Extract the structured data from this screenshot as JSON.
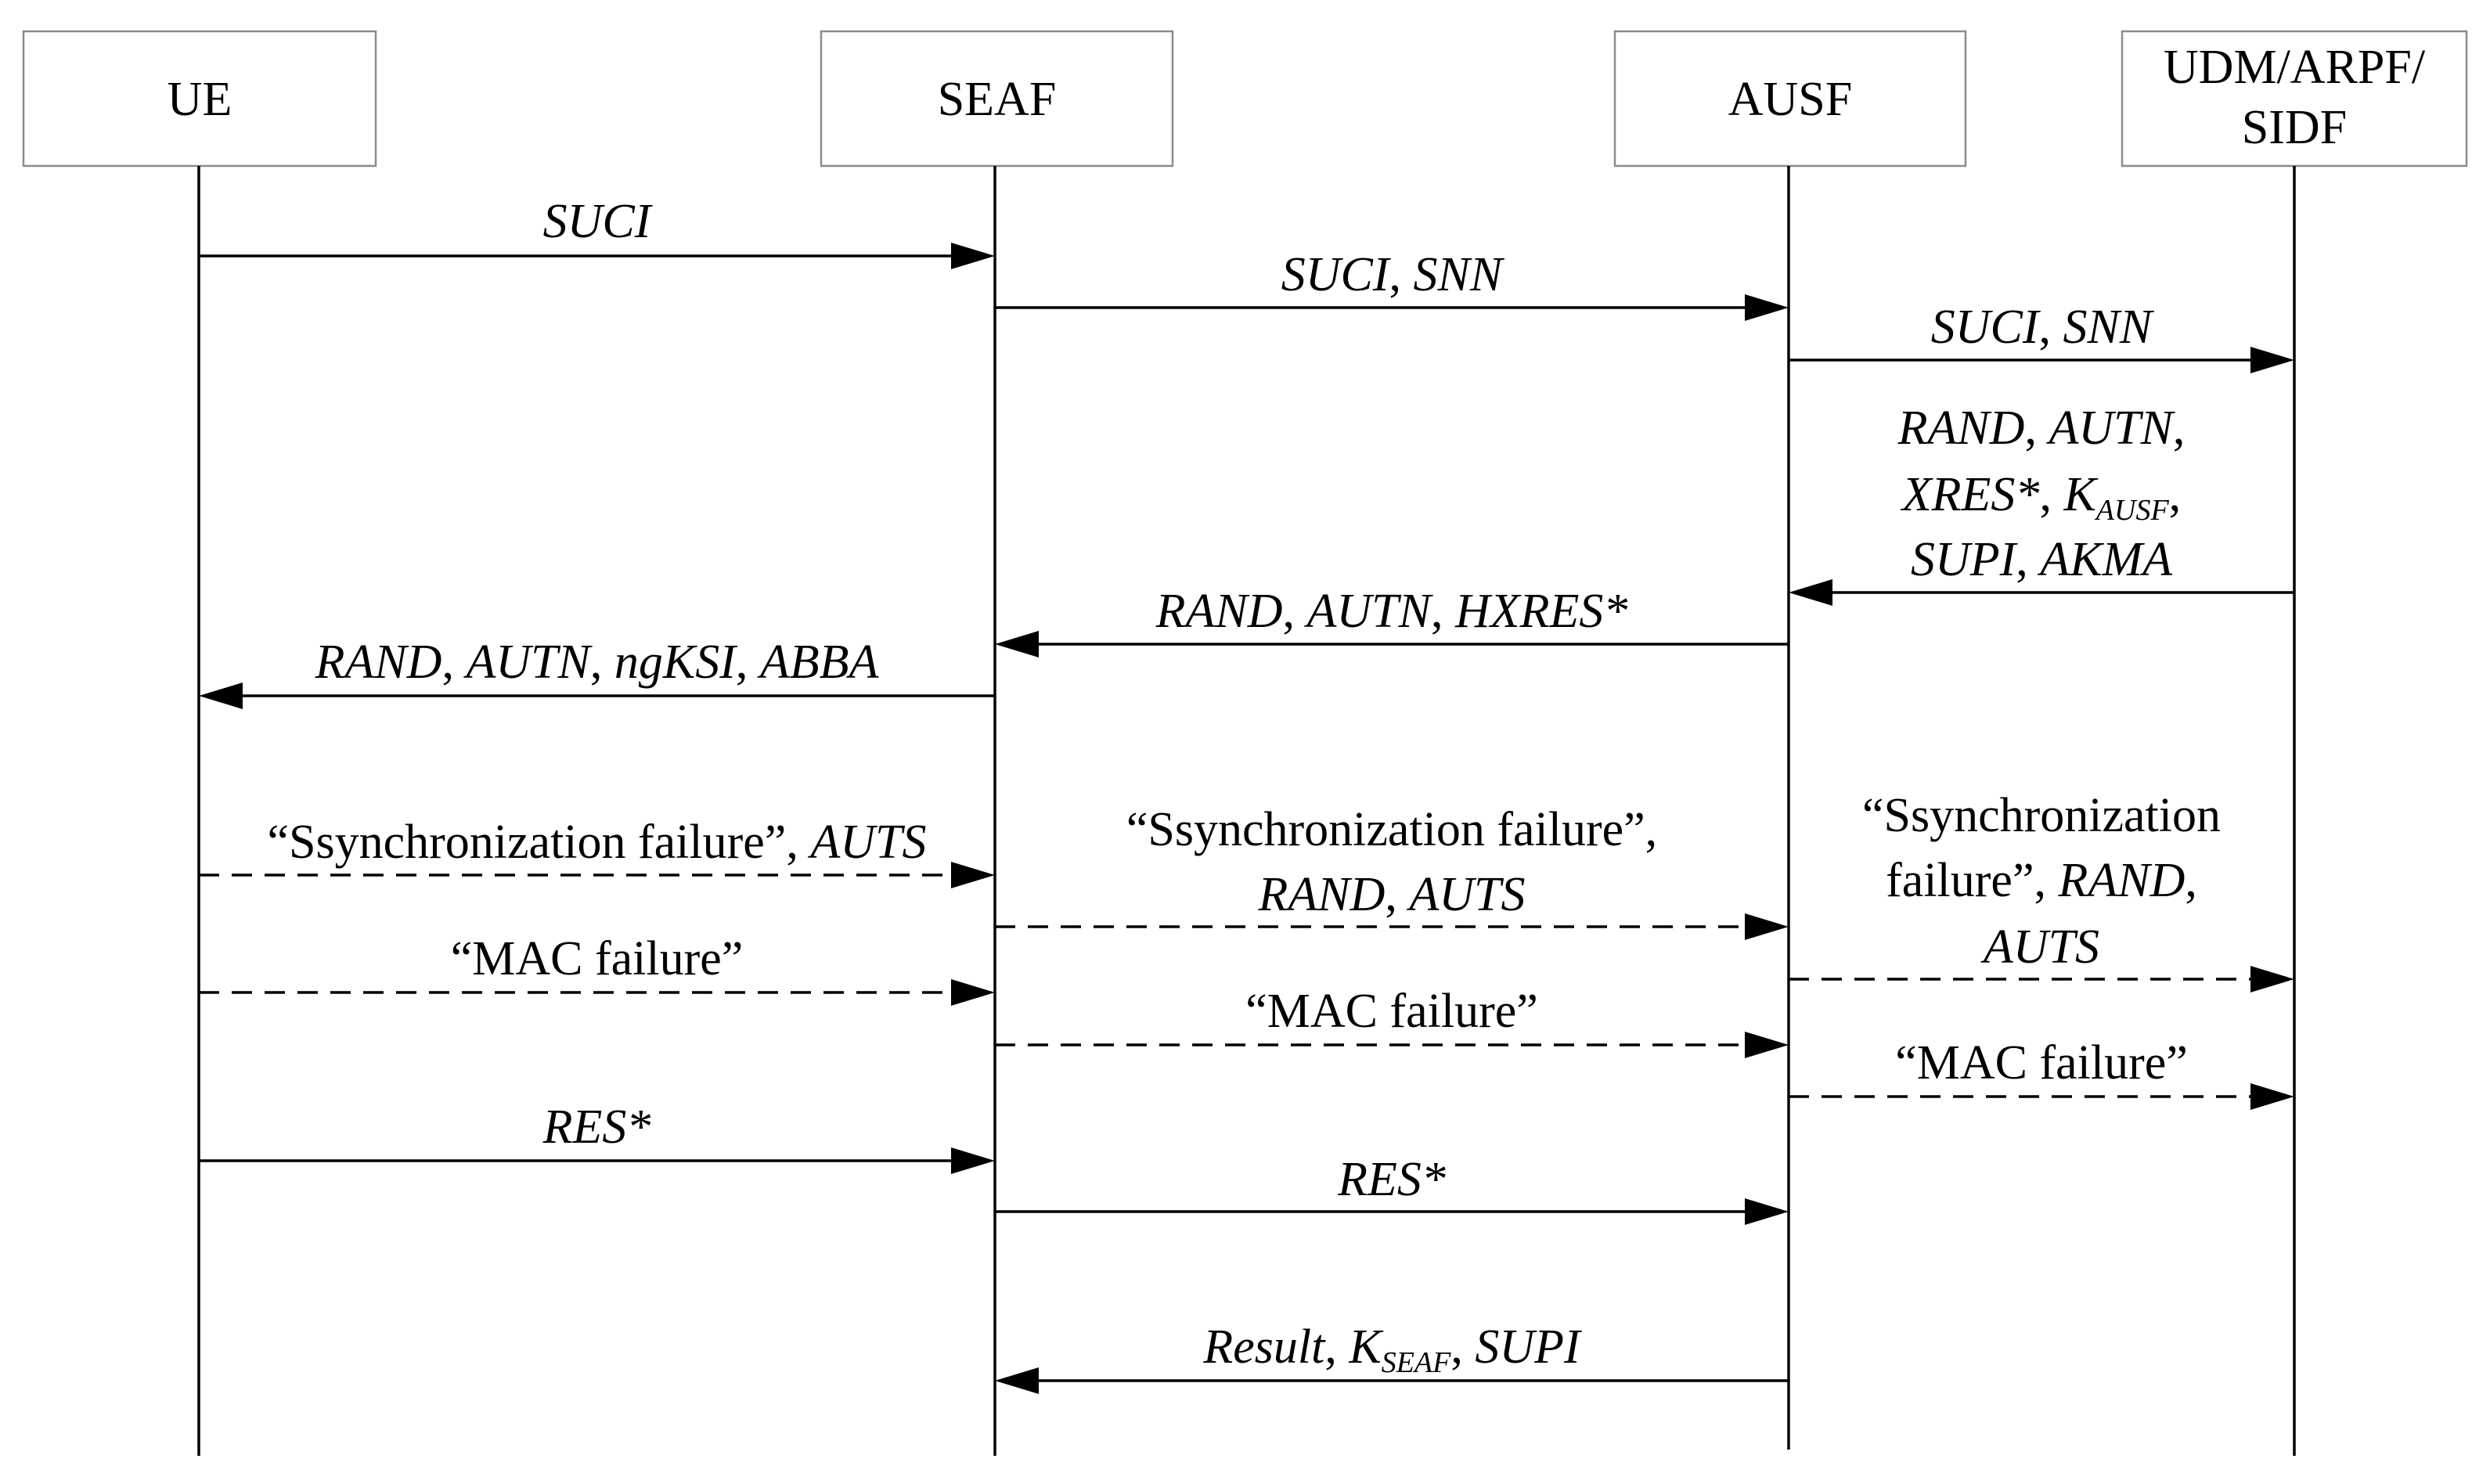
{
  "actors": [
    {
      "id": "ue",
      "lines": [
        "UE"
      ]
    },
    {
      "id": "seaf",
      "lines": [
        "SEAF"
      ]
    },
    {
      "id": "ausf",
      "lines": [
        "AUSF"
      ]
    },
    {
      "id": "udm",
      "lines": [
        "UDM/ARPF/",
        "SIDF"
      ]
    }
  ],
  "messages": [
    {
      "name": "msg-suci",
      "from": "ue",
      "to": "seaf",
      "style": "solid",
      "lines": [
        [
          {
            "t": "SUCI",
            "i": true
          }
        ]
      ]
    },
    {
      "name": "msg-suci-snn-ausf",
      "from": "seaf",
      "to": "ausf",
      "style": "solid",
      "lines": [
        [
          {
            "t": "SUCI",
            "i": true
          },
          {
            "t": ", "
          },
          {
            "t": "SNN",
            "i": true
          }
        ]
      ]
    },
    {
      "name": "msg-suci-snn-udm",
      "from": "ausf",
      "to": "udm",
      "style": "solid",
      "lines": [
        [
          {
            "t": "SUCI",
            "i": true
          },
          {
            "t": ", "
          },
          {
            "t": "SNN",
            "i": true
          }
        ]
      ]
    },
    {
      "name": "msg-auth-vector",
      "from": "udm",
      "to": "ausf",
      "style": "solid",
      "lines": [
        [
          {
            "t": "RAND",
            "i": true
          },
          {
            "t": ", "
          },
          {
            "t": "AUTN",
            "i": true
          },
          {
            "t": ","
          }
        ],
        [
          {
            "t": "XRES*",
            "i": true
          },
          {
            "t": ",  "
          },
          {
            "t": "K",
            "i": true
          },
          {
            "t": "AUSF",
            "sub": true
          },
          {
            "t": ","
          }
        ],
        [
          {
            "t": "SUPI",
            "i": true
          },
          {
            "t": ", "
          },
          {
            "t": "AKMA",
            "i": true
          }
        ]
      ]
    },
    {
      "name": "msg-hxres",
      "from": "ausf",
      "to": "seaf",
      "style": "solid",
      "lines": [
        [
          {
            "t": "RAND",
            "i": true
          },
          {
            "t": ", "
          },
          {
            "t": "AUTN",
            "i": true
          },
          {
            "t": ", "
          },
          {
            "t": "HXRES*",
            "i": true
          }
        ]
      ]
    },
    {
      "name": "msg-auth-request",
      "from": "seaf",
      "to": "ue",
      "style": "solid",
      "lines": [
        [
          {
            "t": "RAND",
            "i": true
          },
          {
            "t": ", "
          },
          {
            "t": "AUTN",
            "i": true
          },
          {
            "t": ", "
          },
          {
            "t": "ngKSI",
            "i": true
          },
          {
            "t": ", "
          },
          {
            "t": "ABBA",
            "i": true
          }
        ]
      ]
    },
    {
      "name": "msg-sync-failure-ue",
      "from": "ue",
      "to": "seaf",
      "style": "dashed",
      "lines": [
        [
          {
            "t": "“Ssynchronization failure”, "
          },
          {
            "t": "AUTS",
            "i": true
          }
        ]
      ]
    },
    {
      "name": "msg-sync-failure-seaf",
      "from": "seaf",
      "to": "ausf",
      "style": "dashed",
      "lines": [
        [
          {
            "t": "“Ssynchronization failure”,"
          }
        ],
        [
          {
            "t": "RAND",
            "i": true
          },
          {
            "t": ", "
          },
          {
            "t": "AUTS",
            "i": true
          }
        ]
      ]
    },
    {
      "name": "msg-sync-failure-ausf",
      "from": "ausf",
      "to": "udm",
      "style": "dashed",
      "lines": [
        [
          {
            "t": "“Ssynchronization"
          }
        ],
        [
          {
            "t": "failure”, "
          },
          {
            "t": "RAND",
            "i": true
          },
          {
            "t": ","
          }
        ],
        [
          {
            "t": "AUTS",
            "i": true
          }
        ]
      ]
    },
    {
      "name": "msg-mac-failure-ue",
      "from": "ue",
      "to": "seaf",
      "style": "dashed",
      "lines": [
        [
          {
            "t": "“MAC failure”"
          }
        ]
      ]
    },
    {
      "name": "msg-mac-failure-seaf",
      "from": "seaf",
      "to": "ausf",
      "style": "dashed",
      "lines": [
        [
          {
            "t": "“MAC failure”"
          }
        ]
      ]
    },
    {
      "name": "msg-mac-failure-ausf",
      "from": "ausf",
      "to": "udm",
      "style": "dashed",
      "lines": [
        [
          {
            "t": "“MAC failure”"
          }
        ]
      ]
    },
    {
      "name": "msg-res-ue",
      "from": "ue",
      "to": "seaf",
      "style": "solid",
      "lines": [
        [
          {
            "t": "RES*",
            "i": true
          }
        ]
      ]
    },
    {
      "name": "msg-res-seaf",
      "from": "seaf",
      "to": "ausf",
      "style": "solid",
      "lines": [
        [
          {
            "t": "RES*",
            "i": true
          }
        ]
      ]
    },
    {
      "name": "msg-result",
      "from": "ausf",
      "to": "seaf",
      "style": "solid",
      "lines": [
        [
          {
            "t": "Result",
            "i": true
          },
          {
            "t": ",  "
          },
          {
            "t": "K",
            "i": true
          },
          {
            "t": "SEAF",
            "sub": true
          },
          {
            "t": ", "
          },
          {
            "t": "SUPI",
            "i": true
          }
        ]
      ]
    }
  ]
}
